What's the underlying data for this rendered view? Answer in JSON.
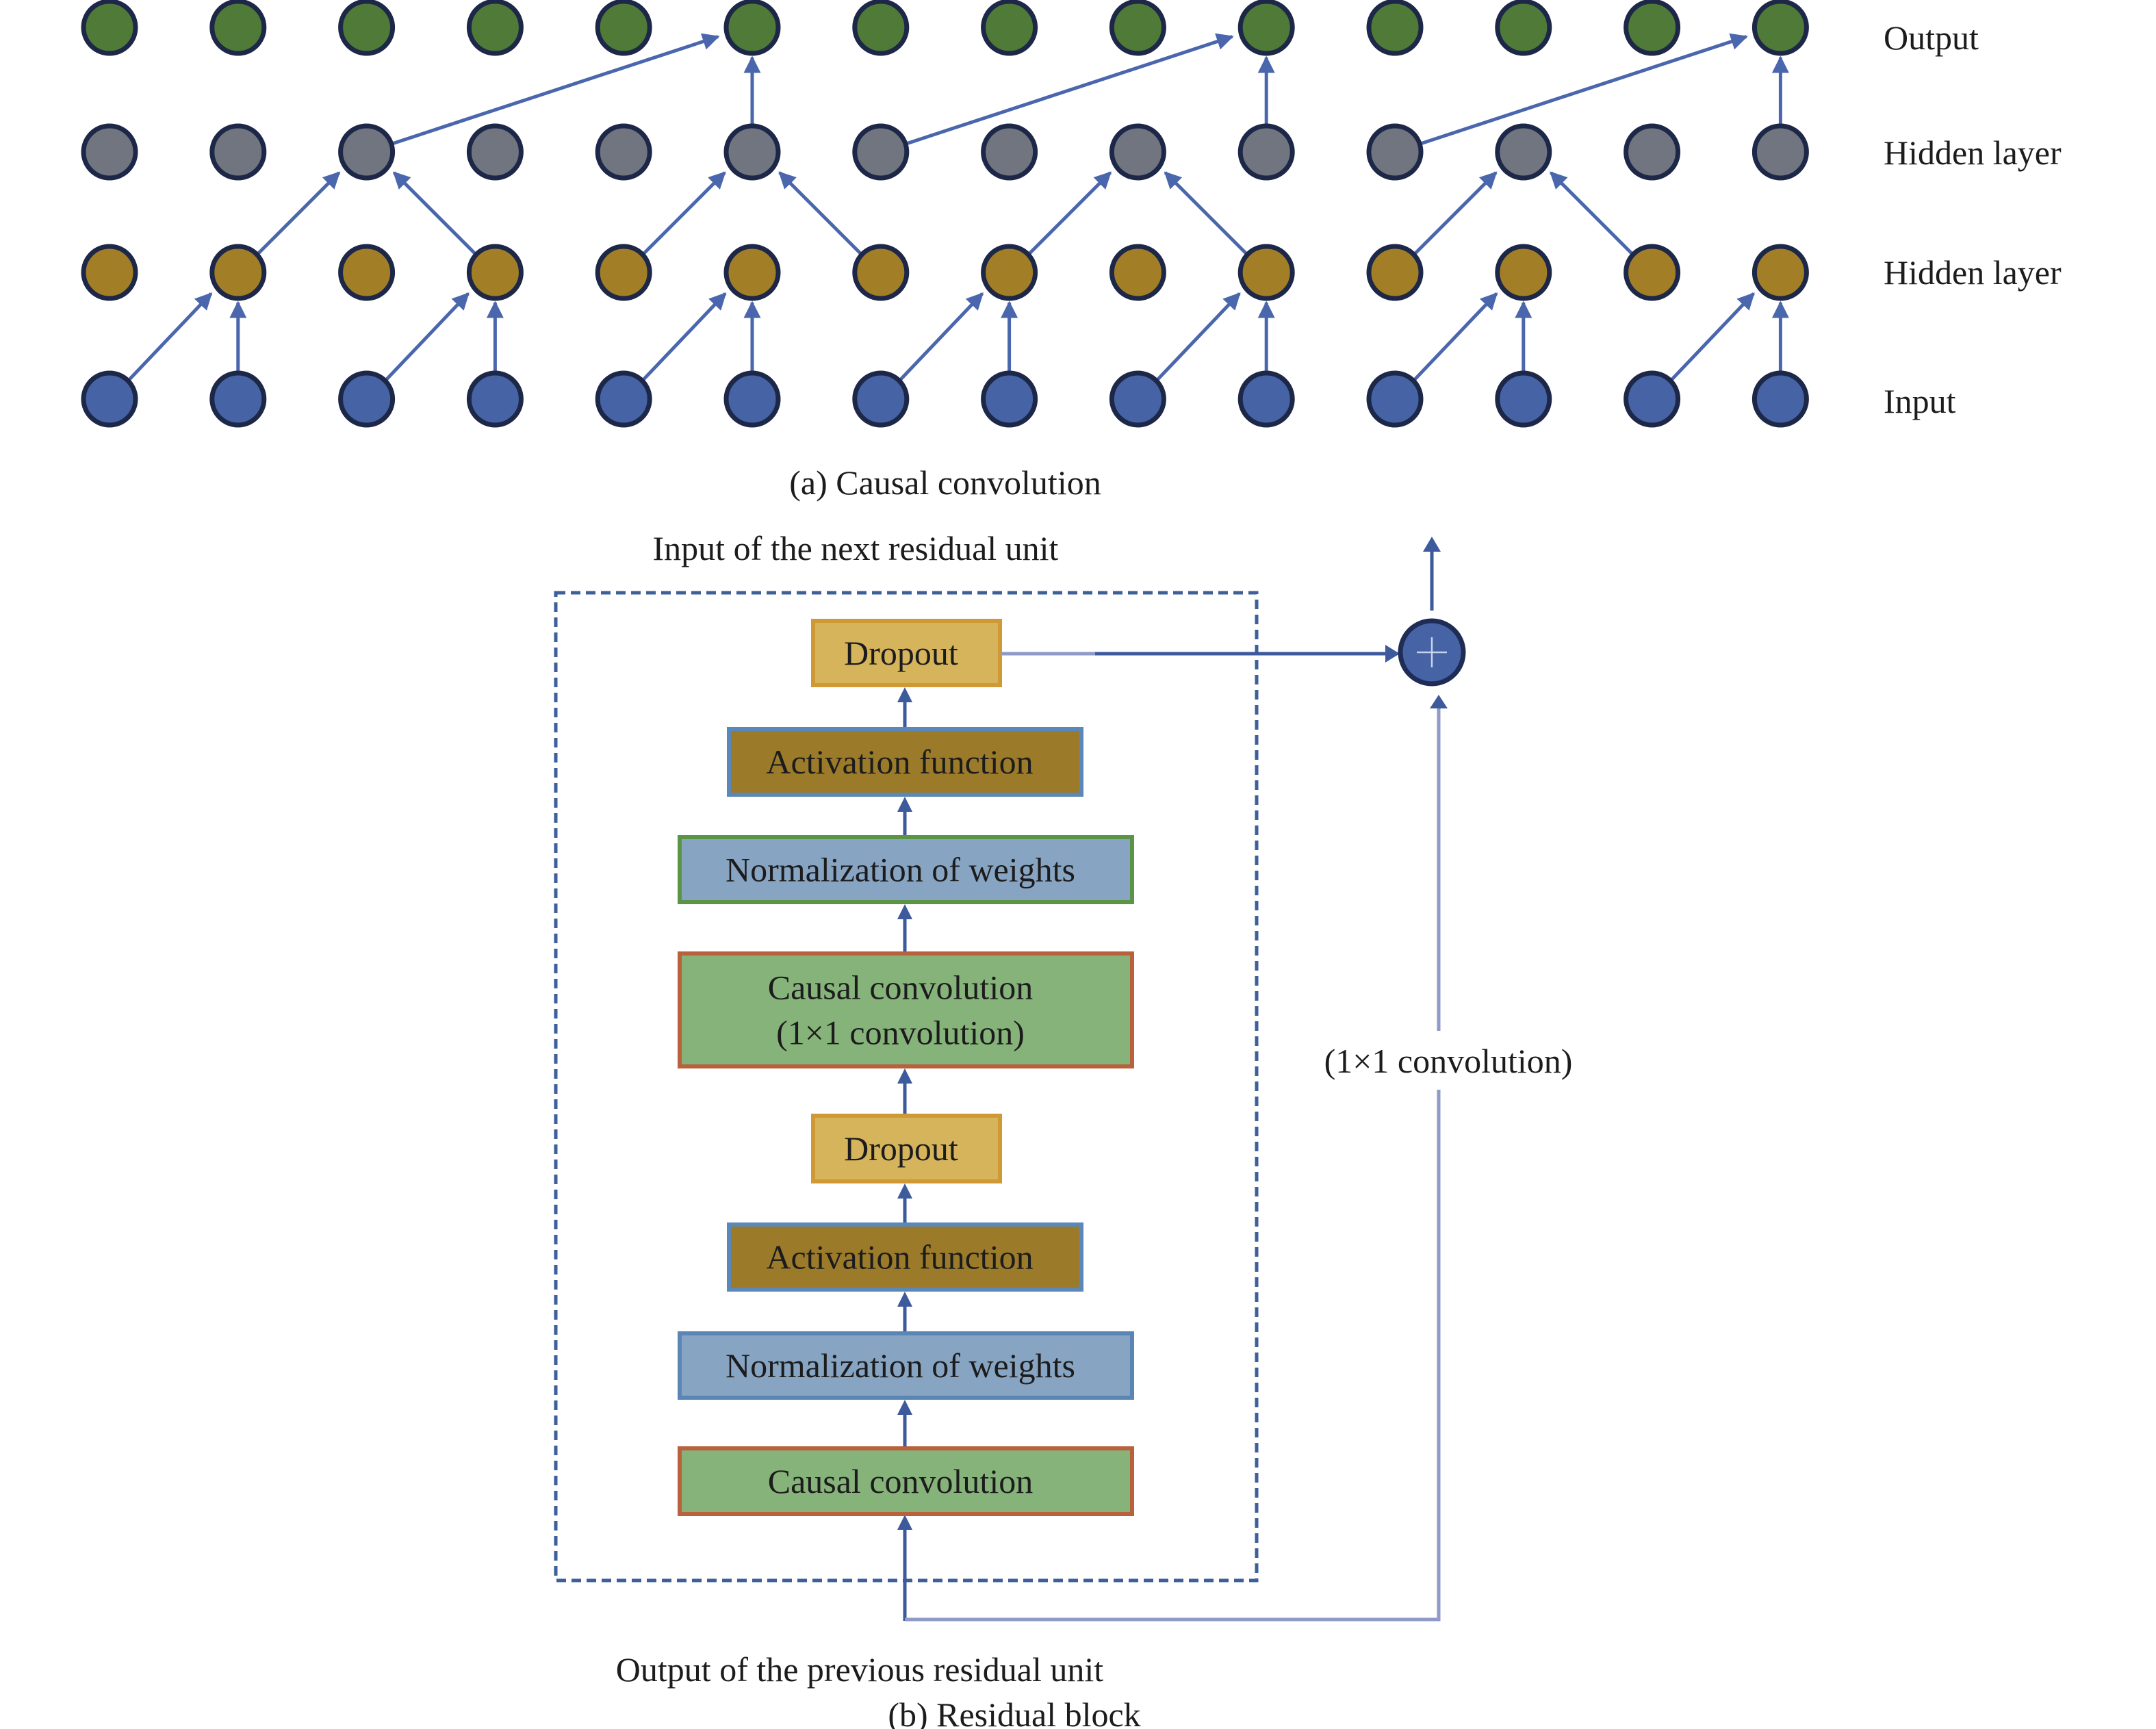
{
  "figure": {
    "panel_a": {
      "caption": "(a) Causal convolution",
      "columns": 14,
      "layers": [
        {
          "key": "output",
          "label": "Output",
          "color": "#4f7a37"
        },
        {
          "key": "hidden2",
          "label": "Hidden layer",
          "color": "#717580"
        },
        {
          "key": "hidden1",
          "label": "Hidden layer",
          "color": "#a27f27"
        },
        {
          "key": "input",
          "label": "Input",
          "color": "#4563a5"
        }
      ],
      "edges": {
        "input_to_hidden1": [
          [
            0,
            1
          ],
          [
            1,
            1
          ],
          [
            2,
            3
          ],
          [
            3,
            3
          ],
          [
            4,
            5
          ],
          [
            5,
            5
          ],
          [
            6,
            7
          ],
          [
            7,
            7
          ],
          [
            8,
            9
          ],
          [
            9,
            9
          ],
          [
            10,
            11
          ],
          [
            11,
            11
          ],
          [
            12,
            13
          ],
          [
            13,
            13
          ]
        ],
        "hidden1_to_hidden2": [
          [
            1,
            2
          ],
          [
            3,
            2
          ],
          [
            4,
            5
          ],
          [
            6,
            5
          ],
          [
            7,
            8
          ],
          [
            9,
            8
          ],
          [
            10,
            11
          ],
          [
            12,
            11
          ]
        ],
        "hidden2_to_output": [
          [
            2,
            5
          ],
          [
            5,
            5
          ],
          [
            6,
            9
          ],
          [
            9,
            9
          ],
          [
            10,
            13
          ],
          [
            13,
            13
          ]
        ]
      },
      "edge_color": "#4a66ad"
    },
    "panel_b": {
      "caption": "(b) Residual block",
      "top_label": "Input of the next residual unit",
      "bottom_label": "Output of the previous residual unit",
      "skip_label": "(1×1 convolution)",
      "sum_node": "+",
      "blocks": [
        {
          "key": "dropout-2",
          "lines": [
            "Dropout"
          ],
          "fill": "#d5b45c",
          "border": "#cf9a35"
        },
        {
          "key": "activation-2",
          "lines": [
            "Activation function"
          ],
          "fill": "#9b7a2a",
          "border": "#5b88b8"
        },
        {
          "key": "normalization-2",
          "lines": [
            "Normalization of weights"
          ],
          "fill": "#87a5c3",
          "border": "#5c9446"
        },
        {
          "key": "causal-conv-1x1",
          "lines": [
            "Causal convolution",
            "(1×1 convolution)"
          ],
          "fill": "#86b37a",
          "border": "#b9613d"
        },
        {
          "key": "dropout-1",
          "lines": [
            "Dropout"
          ],
          "fill": "#d5b45c",
          "border": "#cf9a35"
        },
        {
          "key": "activation-1",
          "lines": [
            "Activation function"
          ],
          "fill": "#9b7a2a",
          "border": "#5b88b8"
        },
        {
          "key": "normalization-1",
          "lines": [
            "Normalization of weights"
          ],
          "fill": "#87a5c3",
          "border": "#5a86b6"
        },
        {
          "key": "causal-conv",
          "lines": [
            "Causal convolution"
          ],
          "fill": "#86b37a",
          "border": "#b9613d"
        }
      ]
    }
  }
}
